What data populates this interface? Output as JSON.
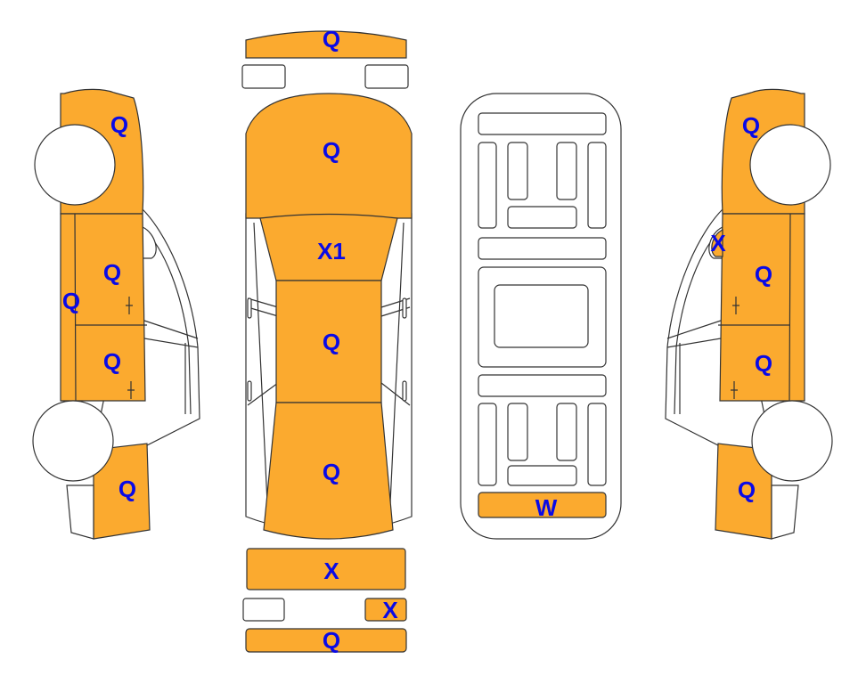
{
  "colors": {
    "damaged": "#FBAA2F",
    "label": "#0A0AE6"
  },
  "left_side": {
    "front_fender": "Q",
    "front_door": "Q",
    "rocker": "Q",
    "rear_door": "Q",
    "rear_quarter": "Q"
  },
  "top_view": {
    "front_bumper": "Q",
    "hood": "Q",
    "windshield": "X1",
    "roof": "Q",
    "trunk": "Q",
    "rear_bumper": "X",
    "taillight_right": "X",
    "rear_valance": "Q"
  },
  "underside": {
    "rear_panel": "W"
  },
  "right_side": {
    "front_fender": "Q",
    "mirror_window": "X",
    "front_door": "Q",
    "rear_door": "Q",
    "rear_quarter": "Q"
  }
}
